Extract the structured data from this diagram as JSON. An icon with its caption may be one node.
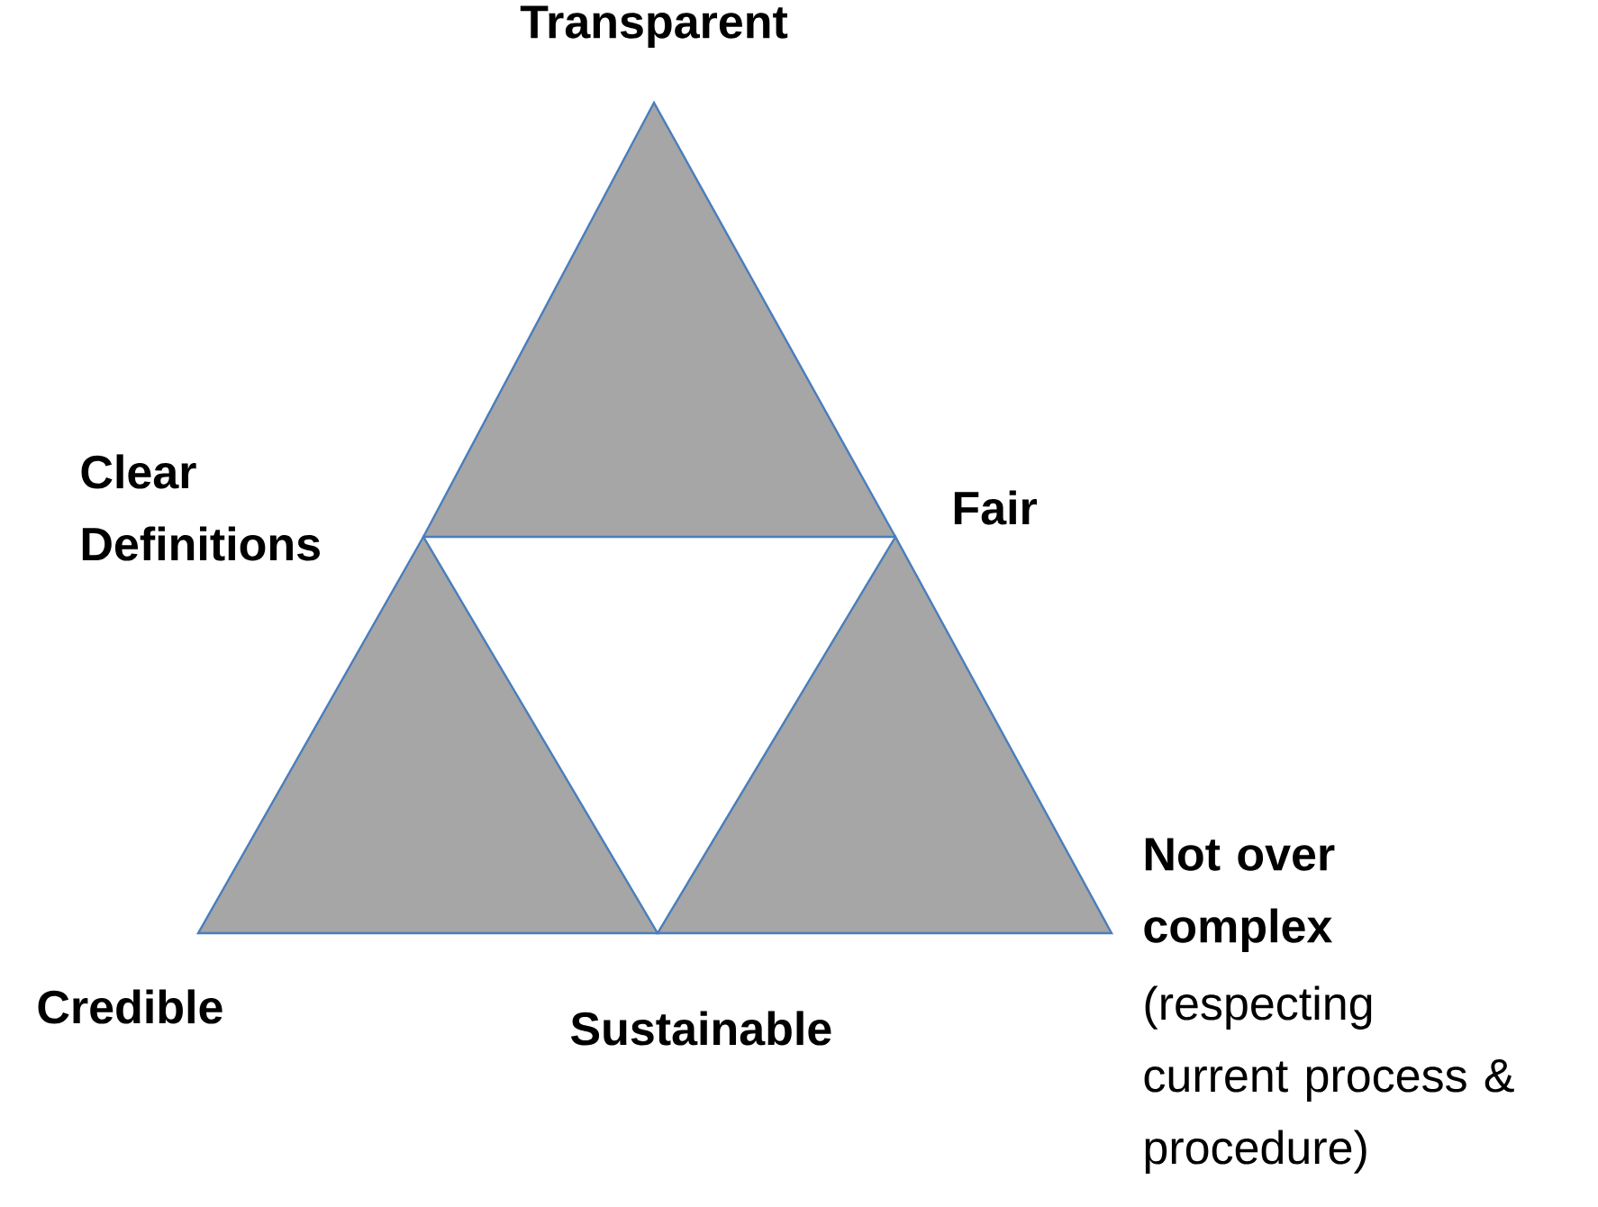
{
  "diagram": {
    "labels": [
      "Transparent",
      "Clear Definitions",
      "Fair",
      "Not over complex",
      "(respecting current process & procedure)",
      "Credible",
      "Sustainable"
    ]
  }
}
